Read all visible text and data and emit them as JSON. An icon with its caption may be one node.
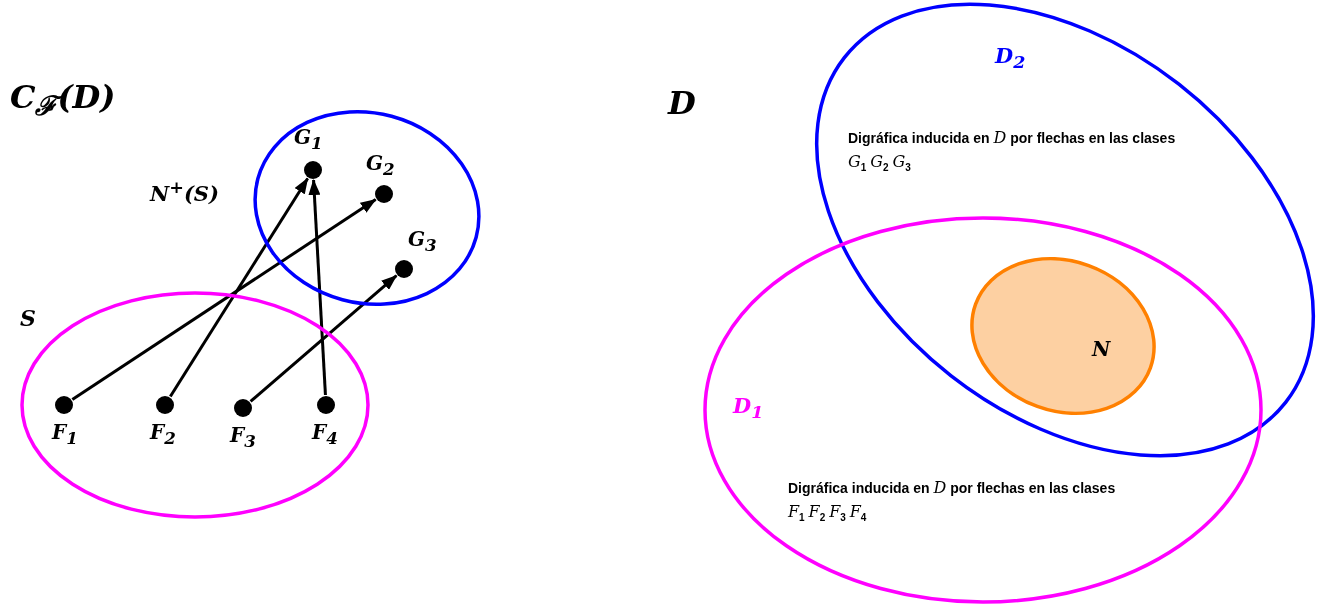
{
  "diagram": {
    "nodes": [
      {
        "text": [
          "S"
        ]
      },
      {
        "text": [
          "F$_{1}$"
        ],
        "in": 0
      },
      {
        "text": [
          "F$_{2}$"
        ],
        "in": 0
      },
      {
        "text": [
          "F$_{3}$"
        ],
        "in": 0
      },
      {
        "text": [
          "F$_{4}$"
        ],
        "in": 0
      },
      {
        "text": [
          "N$^{+}$(S)"
        ]
      },
      {
        "text": [
          "G$_{1}$"
        ],
        "in": 5
      },
      {
        "text": [
          "G$_{2}$"
        ],
        "in": 5
      },
      {
        "text": [
          "G$_{3}$"
        ],
        "in": 5
      },
      {
        "text": [
          "D$_{2}$",
          "Digráfica inducida en *D* por flechas en las clases *G*$_{1}$ *G*$_{2}$ *G*$_{3}$"
        ]
      },
      {
        "text": [
          "D$_{1}$",
          "Digráfica inducida en *D* por flechas en las clases *F*$_{1}$ *F*$_{2}$ *F*$_{3}$ *F*$_{4}$"
        ]
      },
      {
        "text": [
          "N"
        ]
      }
    ],
    "edges": [
      {
        "from": 1,
        "to": 7,
        "arrow": "to"
      },
      {
        "from": 2,
        "to": 6,
        "arrow": "to"
      },
      {
        "from": 3,
        "to": 8,
        "arrow": "to"
      },
      {
        "from": 4,
        "to": 6,
        "arrow": "to"
      }
    ],
    "labels": [
      "C$_{ℱ}$(D)",
      "D"
    ]
  }
}
